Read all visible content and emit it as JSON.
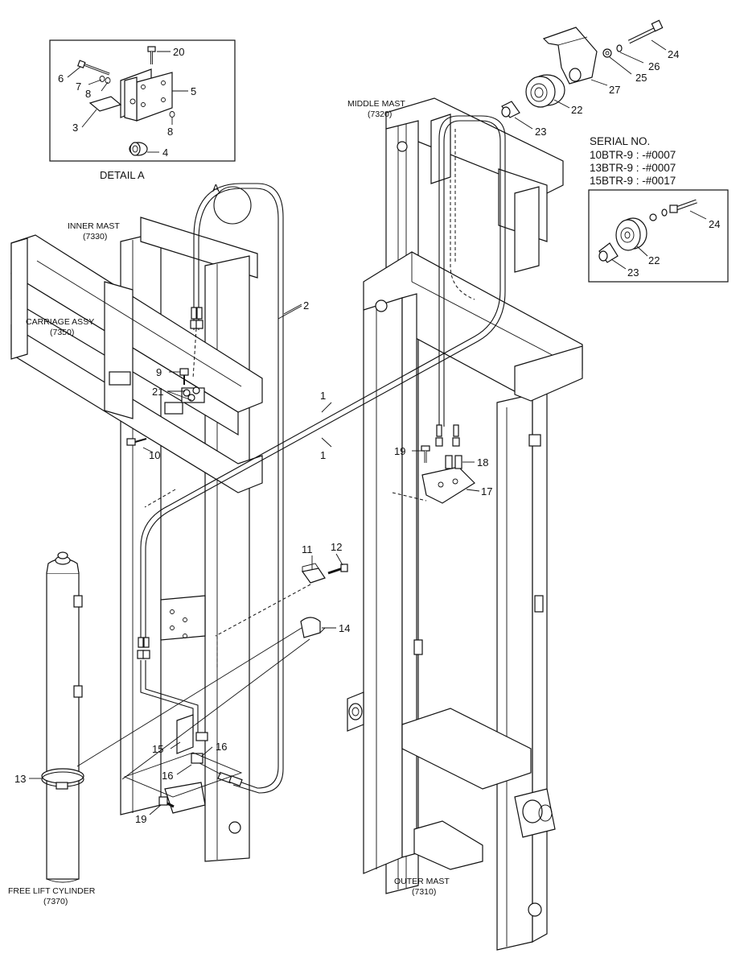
{
  "detail_a": {
    "title": "DETAIL A",
    "callouts": [
      "20",
      "6",
      "7",
      "8",
      "5",
      "3",
      "8",
      "4"
    ]
  },
  "serial_box": {
    "title": "SERIAL NO.",
    "lines": [
      "10BTR-9 : -#0007",
      "13BTR-9 : -#0007",
      "15BTR-9 : -#0017"
    ],
    "callouts": [
      "24",
      "22",
      "23"
    ]
  },
  "assemblies": {
    "middle_mast": {
      "name": "MIDDLE MAST",
      "code": "(7320)"
    },
    "inner_mast": {
      "name": "INNER MAST",
      "code": "(7330)"
    },
    "carriage": {
      "name": "CARRIAGE ASSY",
      "code": "(7350)"
    },
    "outer_mast": {
      "name": "OUTER MAST",
      "code": "(7310)"
    },
    "free_lift": {
      "name": "FREE LIFT CYLINDER",
      "code": "(7370)"
    }
  },
  "callouts": {
    "c24": "24",
    "c26": "26",
    "c25": "25",
    "c27": "27",
    "c22": "22",
    "c23": "23",
    "cA": "A",
    "c2": "2",
    "c9": "9",
    "c21": "21",
    "c10": "10",
    "c1a": "1",
    "c1b": "1",
    "c19a": "19",
    "c18": "18",
    "c17": "17",
    "c11": "11",
    "c12": "12",
    "c14": "14",
    "c13": "13",
    "c15": "15",
    "c16a": "16",
    "c16b": "16",
    "c19b": "19"
  }
}
